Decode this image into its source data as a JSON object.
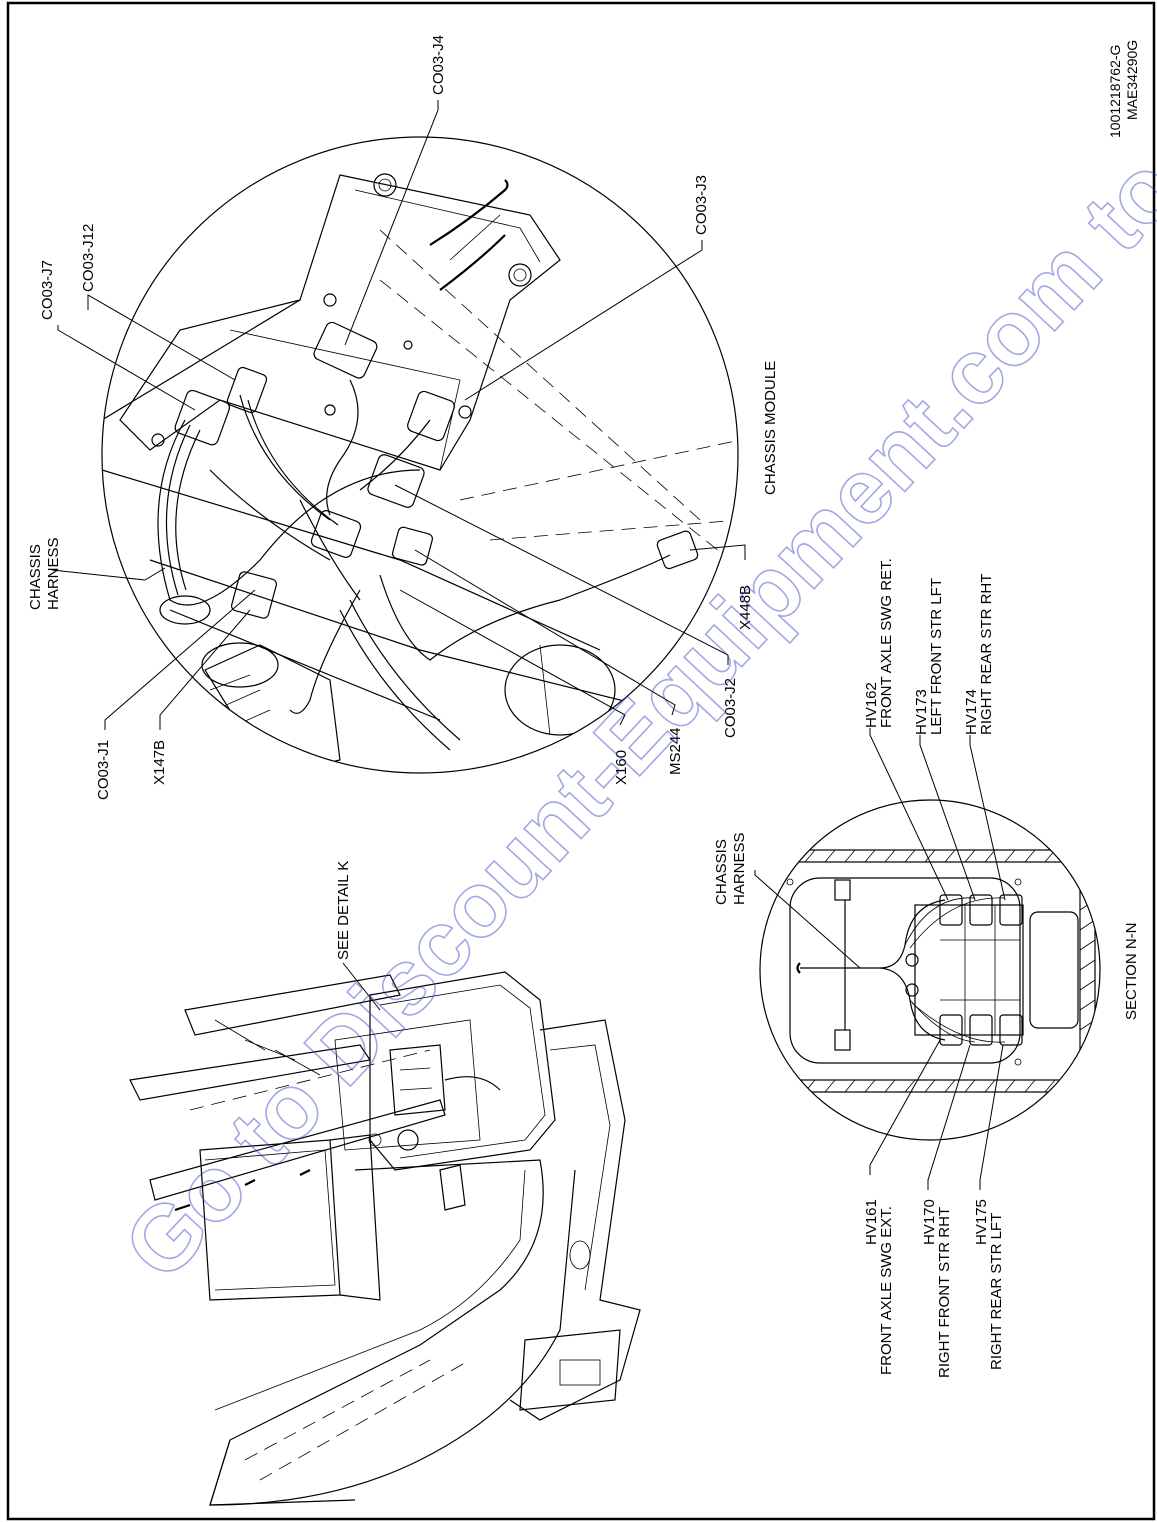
{
  "drawing": {
    "doc_number": "1001218762-G",
    "ref_number": "MAE34290G",
    "watermark": "Go to Discount-Equipment.com to order your parts",
    "watermark_color": "#2f3fbf"
  },
  "detail_k": {
    "title": "CHASSIS MODULE",
    "callouts": {
      "co3_j4": "CO03-J4",
      "co3_j12": "CO03-J12",
      "co3_j7": "CO03-J7",
      "co3_j3": "CO03-J3",
      "chassis_harness_1": "CHASSIS",
      "chassis_harness_2": "HARNESS",
      "co3_j1": "CO03-J1",
      "x147b": "X147B",
      "x160": "X160",
      "ms244": "MS244",
      "co3_j2": "CO03-J2",
      "x448b": "X448B"
    }
  },
  "overview": {
    "see_detail": "SEE DETAIL K"
  },
  "section_nn": {
    "title": "SECTION   N-N",
    "harness_1": "CHASSIS",
    "harness_2": "HARNESS",
    "valves": [
      {
        "id": "HV162",
        "desc": "FRONT AXLE SWG RET."
      },
      {
        "id": "HV173",
        "desc": "LEFT FRONT STR LFT"
      },
      {
        "id": "HV174",
        "desc": "RIGHT REAR STR RHT"
      },
      {
        "id": "HV161",
        "desc": "FRONT AXLE SWG EXT."
      },
      {
        "id": "HV170",
        "desc": "RIGHT FRONT STR RHT"
      },
      {
        "id": "HV175",
        "desc": "RIGHT REAR STR LFT"
      }
    ]
  }
}
